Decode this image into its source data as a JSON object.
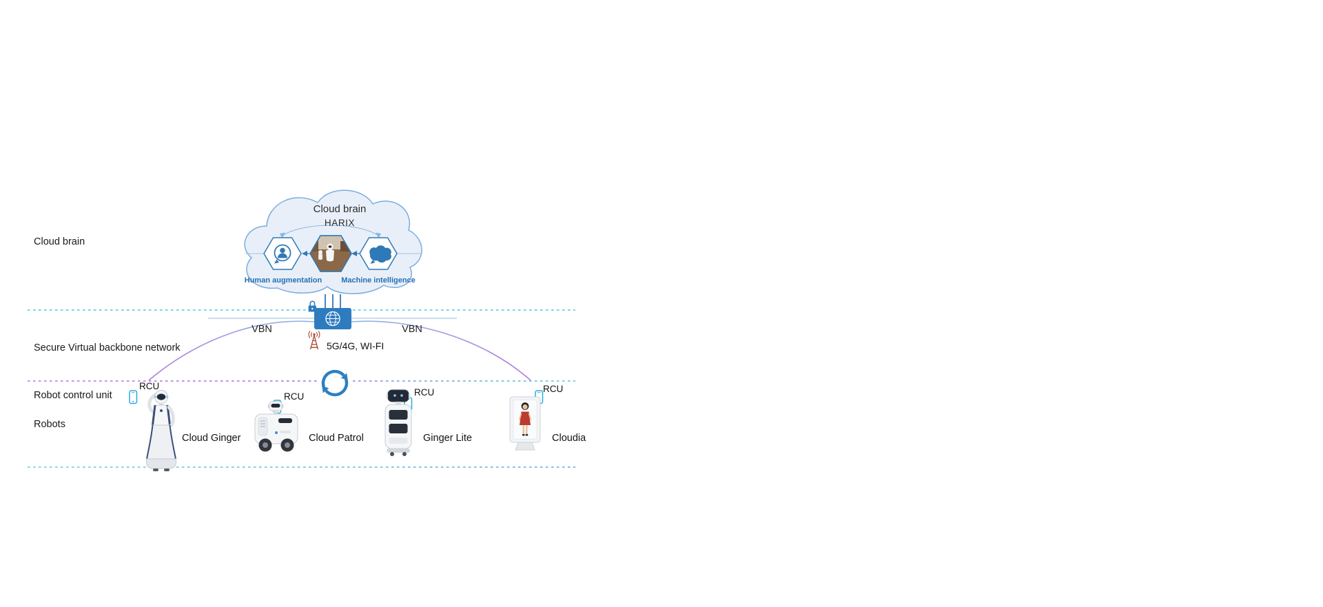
{
  "sidebar_labels": {
    "cloud_brain": "Cloud brain",
    "secure_vbn": "Secure Virtual backbone network",
    "robot_control_unit": "Robot control unit",
    "robots": "Robots"
  },
  "cloud": {
    "title": "Cloud brain",
    "subtitle": "HARIX",
    "caption_left": "Human augmentation",
    "caption_right": "Machine intelligence"
  },
  "network": {
    "vbn_left": "VBN",
    "vbn_right": "VBN",
    "wireless_label": "5G/4G, WI-FI"
  },
  "robots": [
    {
      "name": "Cloud Ginger",
      "rcu_label": "RCU"
    },
    {
      "name": "Cloud Patrol",
      "rcu_label": "RCU"
    },
    {
      "name": "Ginger Lite",
      "rcu_label": "RCU"
    },
    {
      "name": "Cloudia",
      "rcu_label": "RCU"
    }
  ],
  "icons": {
    "router": "globe-router-icon",
    "lock": "lock-icon",
    "radio_tower": "radio-tower-icon",
    "sync": "sync-arrows-icon",
    "smartphone": "smartphone-icon",
    "person_chat": "person-chat-icon",
    "robot_scene": "robot-scene-photo",
    "brain": "brain-icon"
  },
  "colors": {
    "accent_blue": "#2e79b8",
    "router_blue": "#2e7cc0",
    "cloud_fill": "#e9eff8",
    "cloud_stroke": "#7aace0",
    "teal_dotted": "#3fc8d8",
    "purple": "#b473d8",
    "phone_blue": "#2aa7e0",
    "tower_red": "#a8402c"
  }
}
